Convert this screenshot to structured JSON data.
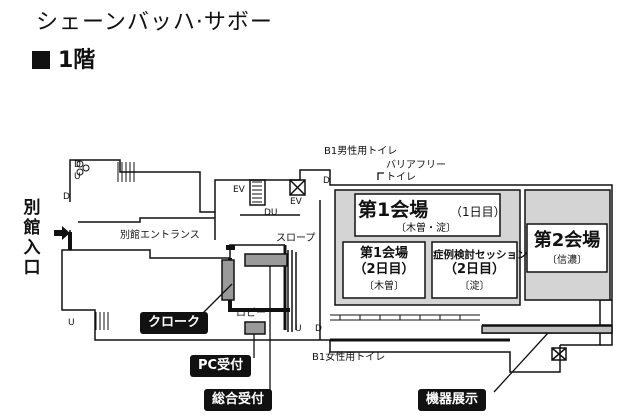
{
  "header": {
    "venue": "シェーンバッハ·サボー",
    "floor": "1階"
  },
  "annex_entrance_vertical": [
    "別",
    "館",
    "入",
    "口"
  ],
  "labels": {
    "annex_entrance": "別館エントランス",
    "slope": "スロープ",
    "lobby": "ロビー",
    "b1_mens_restroom": "B1男性用トイレ",
    "barrier_free_restroom_1": "バリアフリー",
    "barrier_free_restroom_2": "トイレ",
    "b1_womens_restroom": "B1女性用トイレ",
    "ev": "EV",
    "du": "DU",
    "d": "D",
    "u": "U"
  },
  "halls": {
    "hall1_day1": {
      "name": "第1会場",
      "day": "（1日目）",
      "room": "〔木曽・淀〕"
    },
    "hall1_day2": {
      "name": "第1会場",
      "day": "（2日目）",
      "room": "〔木曽〕"
    },
    "case_session": {
      "name": "症例検討セッション",
      "day": "（2日目）",
      "room": "〔淀〕"
    },
    "hall2": {
      "name": "第2会場",
      "room": "〔信濃〕"
    }
  },
  "callouts": {
    "cloak": "クローク",
    "pc_reception": "PC受付",
    "general_reception": "総合受付",
    "equipment_exhibition": "機器展示"
  },
  "colors": {
    "hall_fill": "#d4d4d4",
    "line": "#111111",
    "callout_bg": "#111111",
    "callout_text": "#ffffff"
  }
}
